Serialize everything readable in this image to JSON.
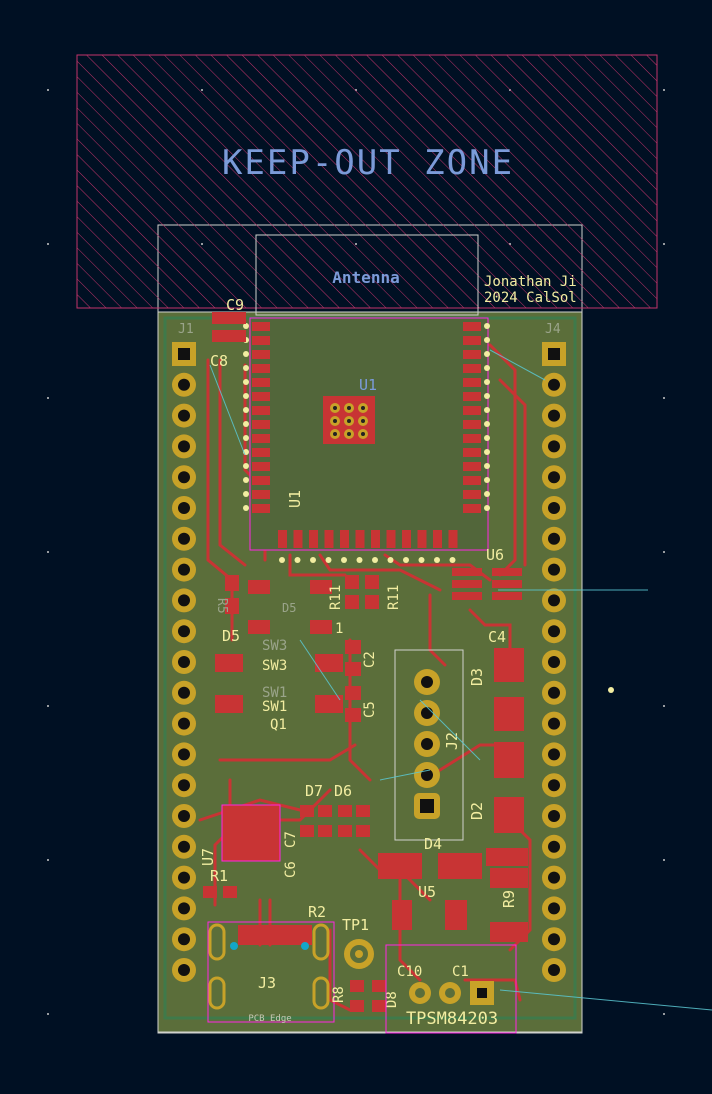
{
  "app": "KiCad PCB Editor",
  "colors": {
    "background": "#001023",
    "board_fill": "#5b6e3a",
    "copper_top": "#c83434",
    "silkscreen": "#f2eda1",
    "edge_cuts": "#d0d2cd",
    "keepout": "#c2336b",
    "courtyard": "#ff26e2",
    "pad_gold": "#c8a228",
    "ratsnest": "#5bc8d2",
    "fab_text": "#7b9bd9"
  },
  "keepout": {
    "label": "KEEP-OUT ZONE"
  },
  "antenna": {
    "label": "Antenna"
  },
  "author": {
    "line1": "Jonathan Ji",
    "line2": "2024 CalSol"
  },
  "pcb_edge_label": "PCB Edge",
  "refdes": {
    "u1_fab": "U1",
    "u1": "U1",
    "c9": "C9",
    "c8": "C8",
    "j1": "J1",
    "j4": "J4",
    "u6": "U6",
    "r5": "R5",
    "d5": "D5",
    "d5_fab": "D5",
    "r11": "R11",
    "r11b": "R11",
    "pin1": "1",
    "sw3": "SW3",
    "sw3_fab": "SW3",
    "sw1": "SW1",
    "sw1_fab": "SW1",
    "q1": "Q1",
    "c2": "C2",
    "c5": "C5",
    "d3": "D3",
    "j2": "J2",
    "d2": "D2",
    "d7": "D7",
    "d6": "D6",
    "u7": "U7",
    "c6": "C6",
    "c7": "C7",
    "r1": "R1",
    "r2": "R2",
    "d4": "D4",
    "u5": "U5",
    "r9": "R9",
    "tp1": "TP1",
    "j3": "J3",
    "r8": "R8",
    "d8": "D8",
    "c10": "C10",
    "c1": "C1",
    "tps": "TPSM84203",
    "c4": "C4"
  }
}
